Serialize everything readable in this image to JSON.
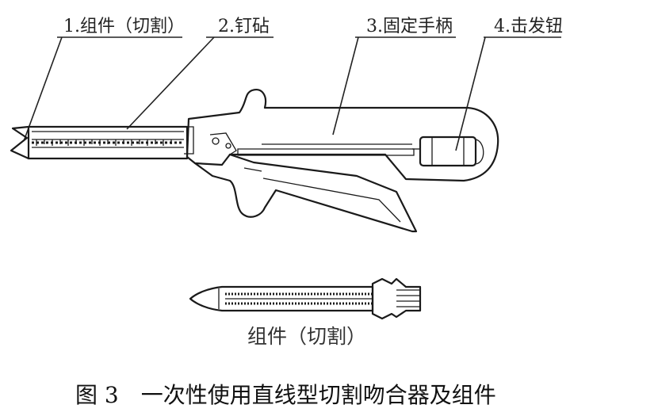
{
  "labels": {
    "part1": "1.组件（切割）",
    "part2": "2.钉砧",
    "part3": "3.固定手柄",
    "part4": "4.击发钮"
  },
  "component_label": "组件（切割）",
  "caption": "图 3　一次性使用直线型切割吻合器及组件"
}
